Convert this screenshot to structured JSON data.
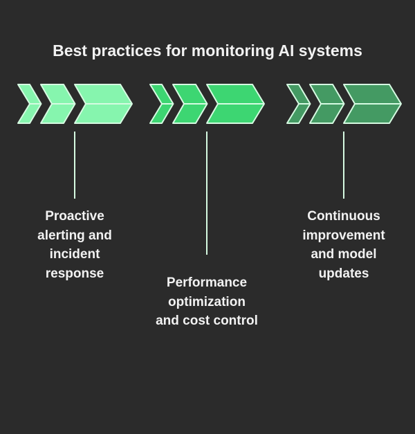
{
  "title": "Best practices for monitoring AI systems",
  "stages": [
    {
      "label": "Proactive\nalerting and\nincident\nresponse",
      "color": "#86f5ae"
    },
    {
      "label": "Performance\noptimization\nand cost control",
      "color": "#3dd672"
    },
    {
      "label": "Continuous\nimprovement\nand model\nupdates",
      "color": "#449a63"
    }
  ],
  "stroke_color": "#d6fbe2"
}
